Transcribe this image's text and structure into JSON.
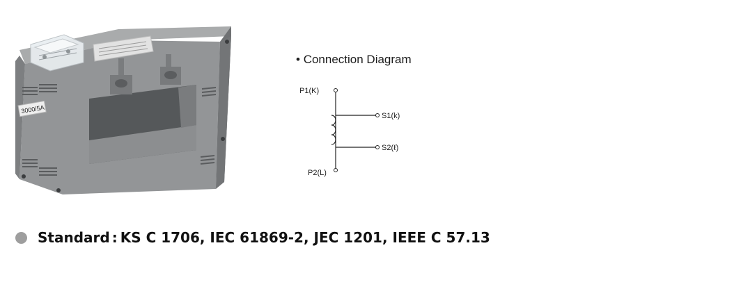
{
  "photo": {
    "rating_label": "3000/5A",
    "colors": {
      "body": "#8a8c8d",
      "front": "#9a9c9d",
      "dark": "#5f6163",
      "window": "#4b4e50"
    }
  },
  "diagram": {
    "bullet": "•",
    "title": "Connection Diagram",
    "terminals": {
      "p1": "P1(K)",
      "p2": "P2(L)",
      "s1": "S1(k)",
      "s2": "S2(ℓ)"
    }
  },
  "standard": {
    "label": "Standard",
    "separator": ":",
    "value": "KS C 1706, IEC 61869-2, JEC 1201, IEEE C 57.13",
    "bullet_color": "#9e9e9e"
  }
}
